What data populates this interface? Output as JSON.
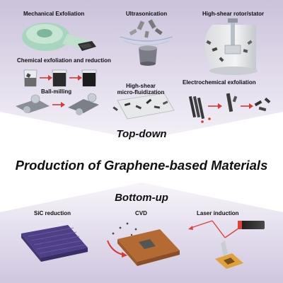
{
  "title": "Production of Graphene-based Materials",
  "top_down": {
    "heading": "Top-down",
    "methods": [
      {
        "label": "Mechanical Exfoliation"
      },
      {
        "label": "Ultrasonication"
      },
      {
        "label": "High-shear rotor/stator"
      },
      {
        "label": "Chemical exfoliation and reduction"
      },
      {
        "label": "Ball-milling"
      },
      {
        "label": "High-shear micro-fluidization",
        "line1": "High-shear",
        "line2": "micro-fluidization"
      },
      {
        "label": "Electrochemical exfoliation"
      }
    ]
  },
  "bottom_up": {
    "heading": "Bottom-up",
    "methods": [
      {
        "label": "SiC reduction"
      },
      {
        "label": "CVD"
      },
      {
        "label": "Laser induction"
      }
    ]
  },
  "colors": {
    "panel_top": "#cfc6de",
    "panel_bottom": "#f1eef6",
    "tape": "#a8d5bd",
    "graphite": "#3a3a3a",
    "sic": "#4f3f86",
    "cvd": "#b46a33",
    "laser": "#e0413a",
    "arrow": "#d63a32"
  }
}
